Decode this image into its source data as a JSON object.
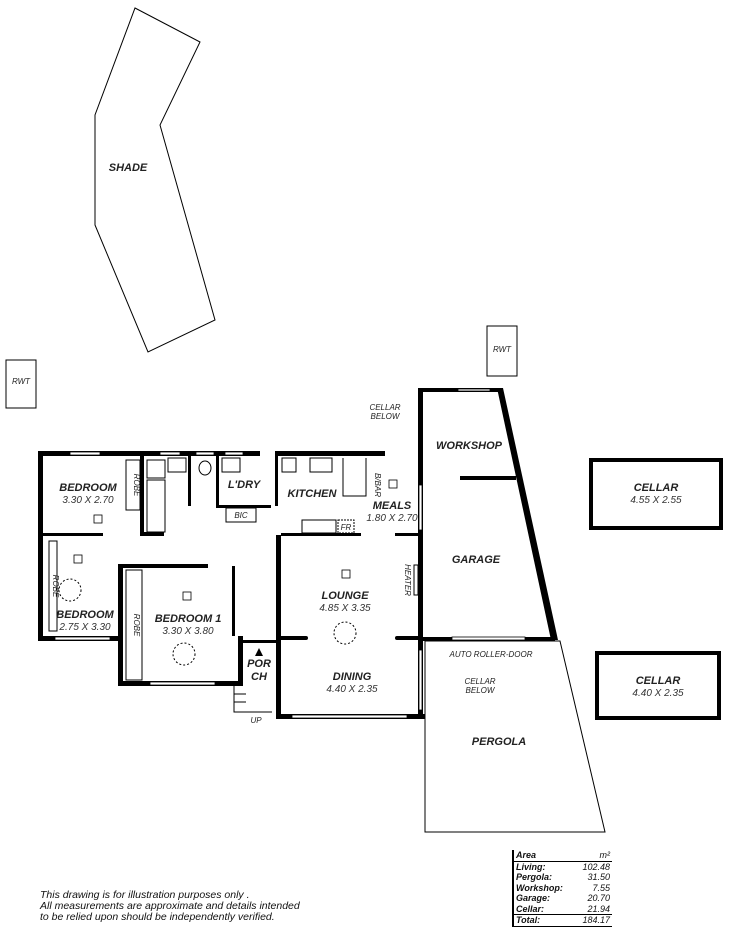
{
  "plan": {
    "shade": "SHADE",
    "rwt_left": "RWT",
    "rwt_right": "RWT",
    "rooms": {
      "bedroom_a": {
        "name": "BEDROOM",
        "dims": "3.30 X 2.70"
      },
      "bedroom_b": {
        "name": "BEDROOM",
        "dims": "2.75 X 3.30"
      },
      "bedroom1": {
        "name": "BEDROOM 1",
        "dims": "3.30 X 3.80"
      },
      "lounge": {
        "name": "LOUNGE",
        "dims": "4.85 X 3.35"
      },
      "dining": {
        "name": "DINING",
        "dims": "4.40 X 2.35"
      },
      "meals": {
        "name": "MEALS",
        "dims": "1.80 X 2.70"
      },
      "kitchen": {
        "name": "KITCHEN"
      },
      "laundry": {
        "name": "L'DRY"
      },
      "porch_1": "POR",
      "porch_2": "CH",
      "workshop": {
        "name": "WORKSHOP"
      },
      "garage": {
        "name": "GARAGE"
      },
      "pergola": {
        "name": "PERGOLA"
      },
      "cellar1": {
        "name": "CELLAR",
        "dims": "4.55 X 2.55"
      },
      "cellar2": {
        "name": "CELLAR",
        "dims": "4.40 X 2.35"
      }
    },
    "labels": {
      "robe1": "ROBE",
      "robe2": "ROBE",
      "robe3": "ROBE",
      "bic": "BIC",
      "fr": "FR",
      "bbar": "B/BAR",
      "heater": "HEATER",
      "cellar_below1_a": "CELLAR",
      "cellar_below1_b": "BELOW",
      "cellar_below2_a": "CELLAR",
      "cellar_below2_b": "BELOW",
      "auto_door": "AUTO ROLLER-DOOR",
      "up": "UP"
    }
  },
  "notes": [
    "This drawing is for illustration purposes only .",
    "All measurements are approximate and details intended",
    "to be relied upon should be independently verified."
  ],
  "area_table": {
    "header": {
      "label": "Area",
      "unit": "m²"
    },
    "rows": [
      {
        "label": "Living:",
        "value": "102.48"
      },
      {
        "label": "Pergola:",
        "value": "31.50"
      },
      {
        "label": "Workshop:",
        "value": "7.55"
      },
      {
        "label": "Garage:",
        "value": "20.70"
      },
      {
        "label": "Cellar:",
        "value": "21.94"
      }
    ],
    "total": {
      "label": "Total:",
      "value": "184.17"
    }
  }
}
